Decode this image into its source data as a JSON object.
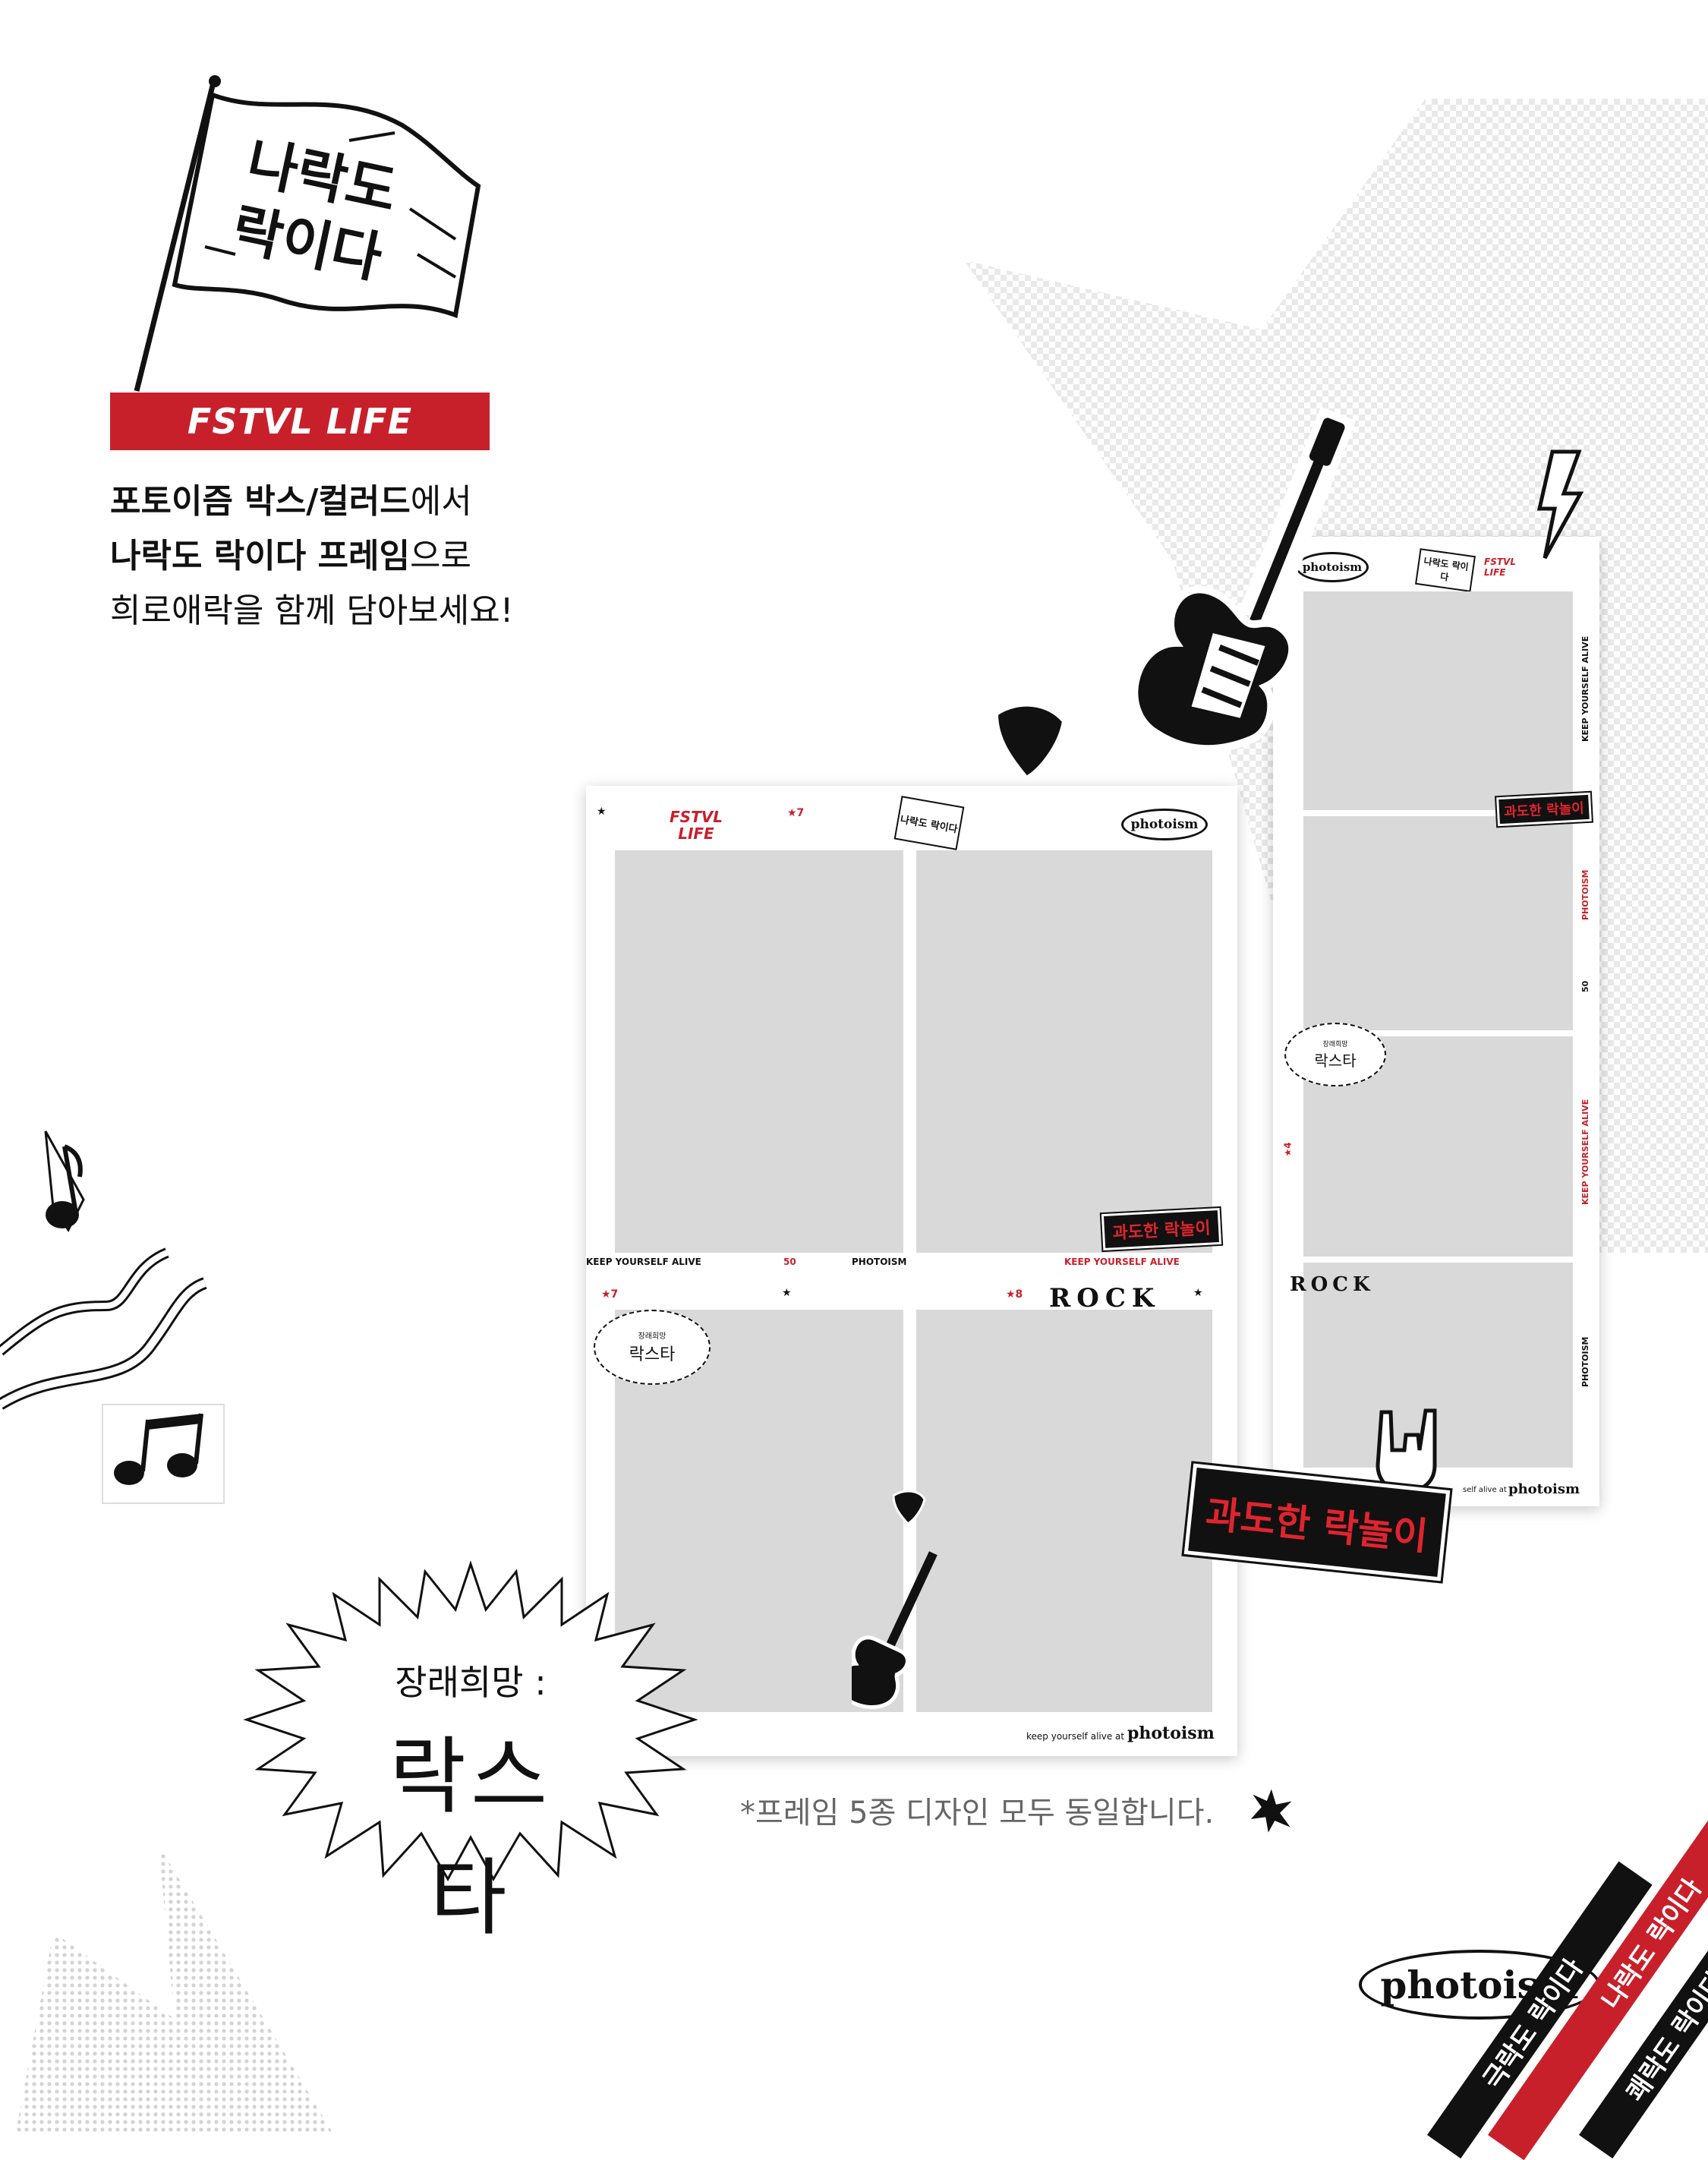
{
  "intro": {
    "label": "FSTVL LIFE",
    "line1_bold": "포토이즘 박스/컬러드",
    "line1_rest": "에서",
    "line2_bold": "나락도 락이다 프레임",
    "line2_rest": "으로",
    "line3": "희로애락을 함께 담아보세요!"
  },
  "flag": {
    "text_line1": "나락도",
    "text_line2": "락이다"
  },
  "frame_large": {
    "fstvl_line1": "FSTVL",
    "fstvl_line2": "LIFE",
    "star_num_top": "★7",
    "flag_text": "나락도 락이다",
    "brand_pill": "photoism",
    "divider_left": "KEEP YOURSELF ALIVE",
    "divider_mid": "50",
    "divider_brand": "PHOTOISM",
    "divider_right": "KEEP YOURSELF ALIVE",
    "star_num_bl": "★7",
    "star_num_br": "★8",
    "rock_text": "ROCK",
    "bubble_small": "장래희망",
    "bubble_big": "락스타",
    "tag_text": "과도한 락놀이",
    "footer_small": "keep yourself alive at",
    "footer_brand": "photoism"
  },
  "frame_strip": {
    "brand_pill": "photoism",
    "flag_text": "나락도 락이다",
    "fstvl_line1": "FSTVL",
    "fstvl_line2": "LIFE",
    "tag_text": "과도한 락놀이",
    "side_top": "KEEP YOURSELF ALIVE",
    "side_photoism": "PHOTOISM",
    "side_50": "50",
    "side_alive": "KEEP YOURSELF ALIVE",
    "side_photoism_bottom": "PHOTOISM",
    "star_4": "★4",
    "bubble_small": "장래희망",
    "bubble_big": "락스타",
    "rock_text": "ROCK",
    "footer_small": "self alive at",
    "footer_brand": "photoism"
  },
  "big_tag": "과도한 락놀이",
  "big_bubble": {
    "line1": "장래희망 :",
    "line2": "락스타"
  },
  "note": "*프레임 5종 디자인 모두 동일합니다.",
  "logo": "photoism",
  "ribbons": {
    "red": "나락도 락이다",
    "black_top": "극락도 락이다",
    "black_bottom": "쾌락도 락이다"
  },
  "colors": {
    "accent_red": "#c8202b",
    "slot_gray": "#d9d9d9",
    "black": "#111111"
  }
}
